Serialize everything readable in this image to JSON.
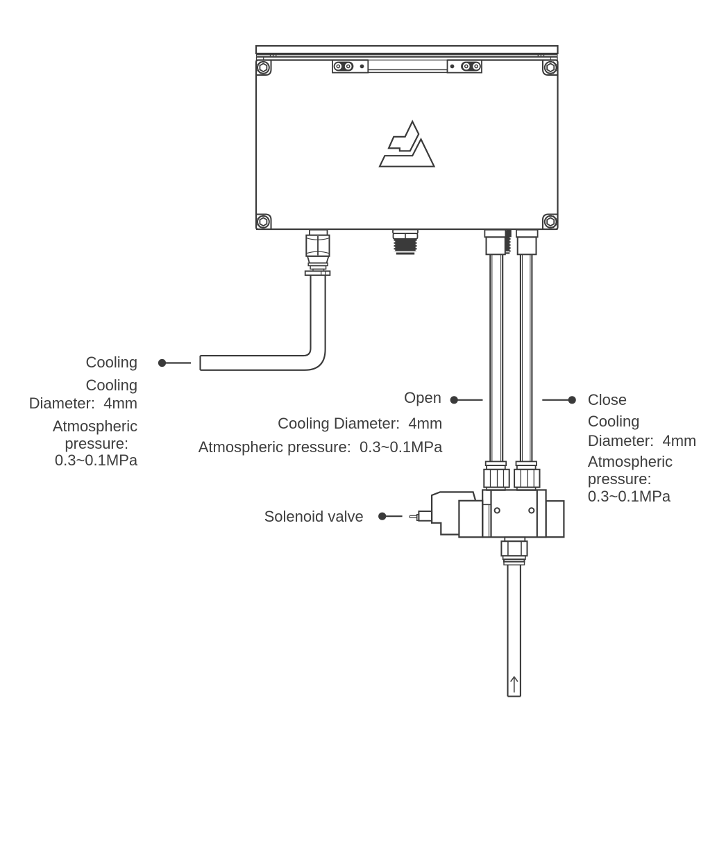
{
  "diagram": {
    "background_color": "#ffffff",
    "ink_color": "#3a3a3a",
    "text_color": "#3d3d3d",
    "labels": {
      "cooling": {
        "text": "Cooling"
      },
      "left_spec": {
        "lines": [
          "Cooling",
          "Diameter:  4mm"
        ]
      },
      "left_pressure": {
        "lines": [
          "Atmospheric",
          "pressure:",
          "0.3~0.1MPa"
        ]
      },
      "open": {
        "text": "Open"
      },
      "mid_spec": {
        "lines": [
          "Cooling Diameter:  4mm",
          "Atmospheric pressure:  0.3~0.1MPa"
        ]
      },
      "close": {
        "text": "Close"
      },
      "right_spec": {
        "lines": [
          "Cooling",
          "Diameter:  4mm"
        ]
      },
      "right_pressure": {
        "lines": [
          "Atmospheric",
          "pressure:",
          "0.3~0.1MPa"
        ]
      },
      "solenoid": {
        "text": "Solenoid valve"
      }
    },
    "icons": {
      "flow_direction": "up-arrow",
      "leader_marker": "filled-dot",
      "logo": "triangle-mark"
    }
  }
}
